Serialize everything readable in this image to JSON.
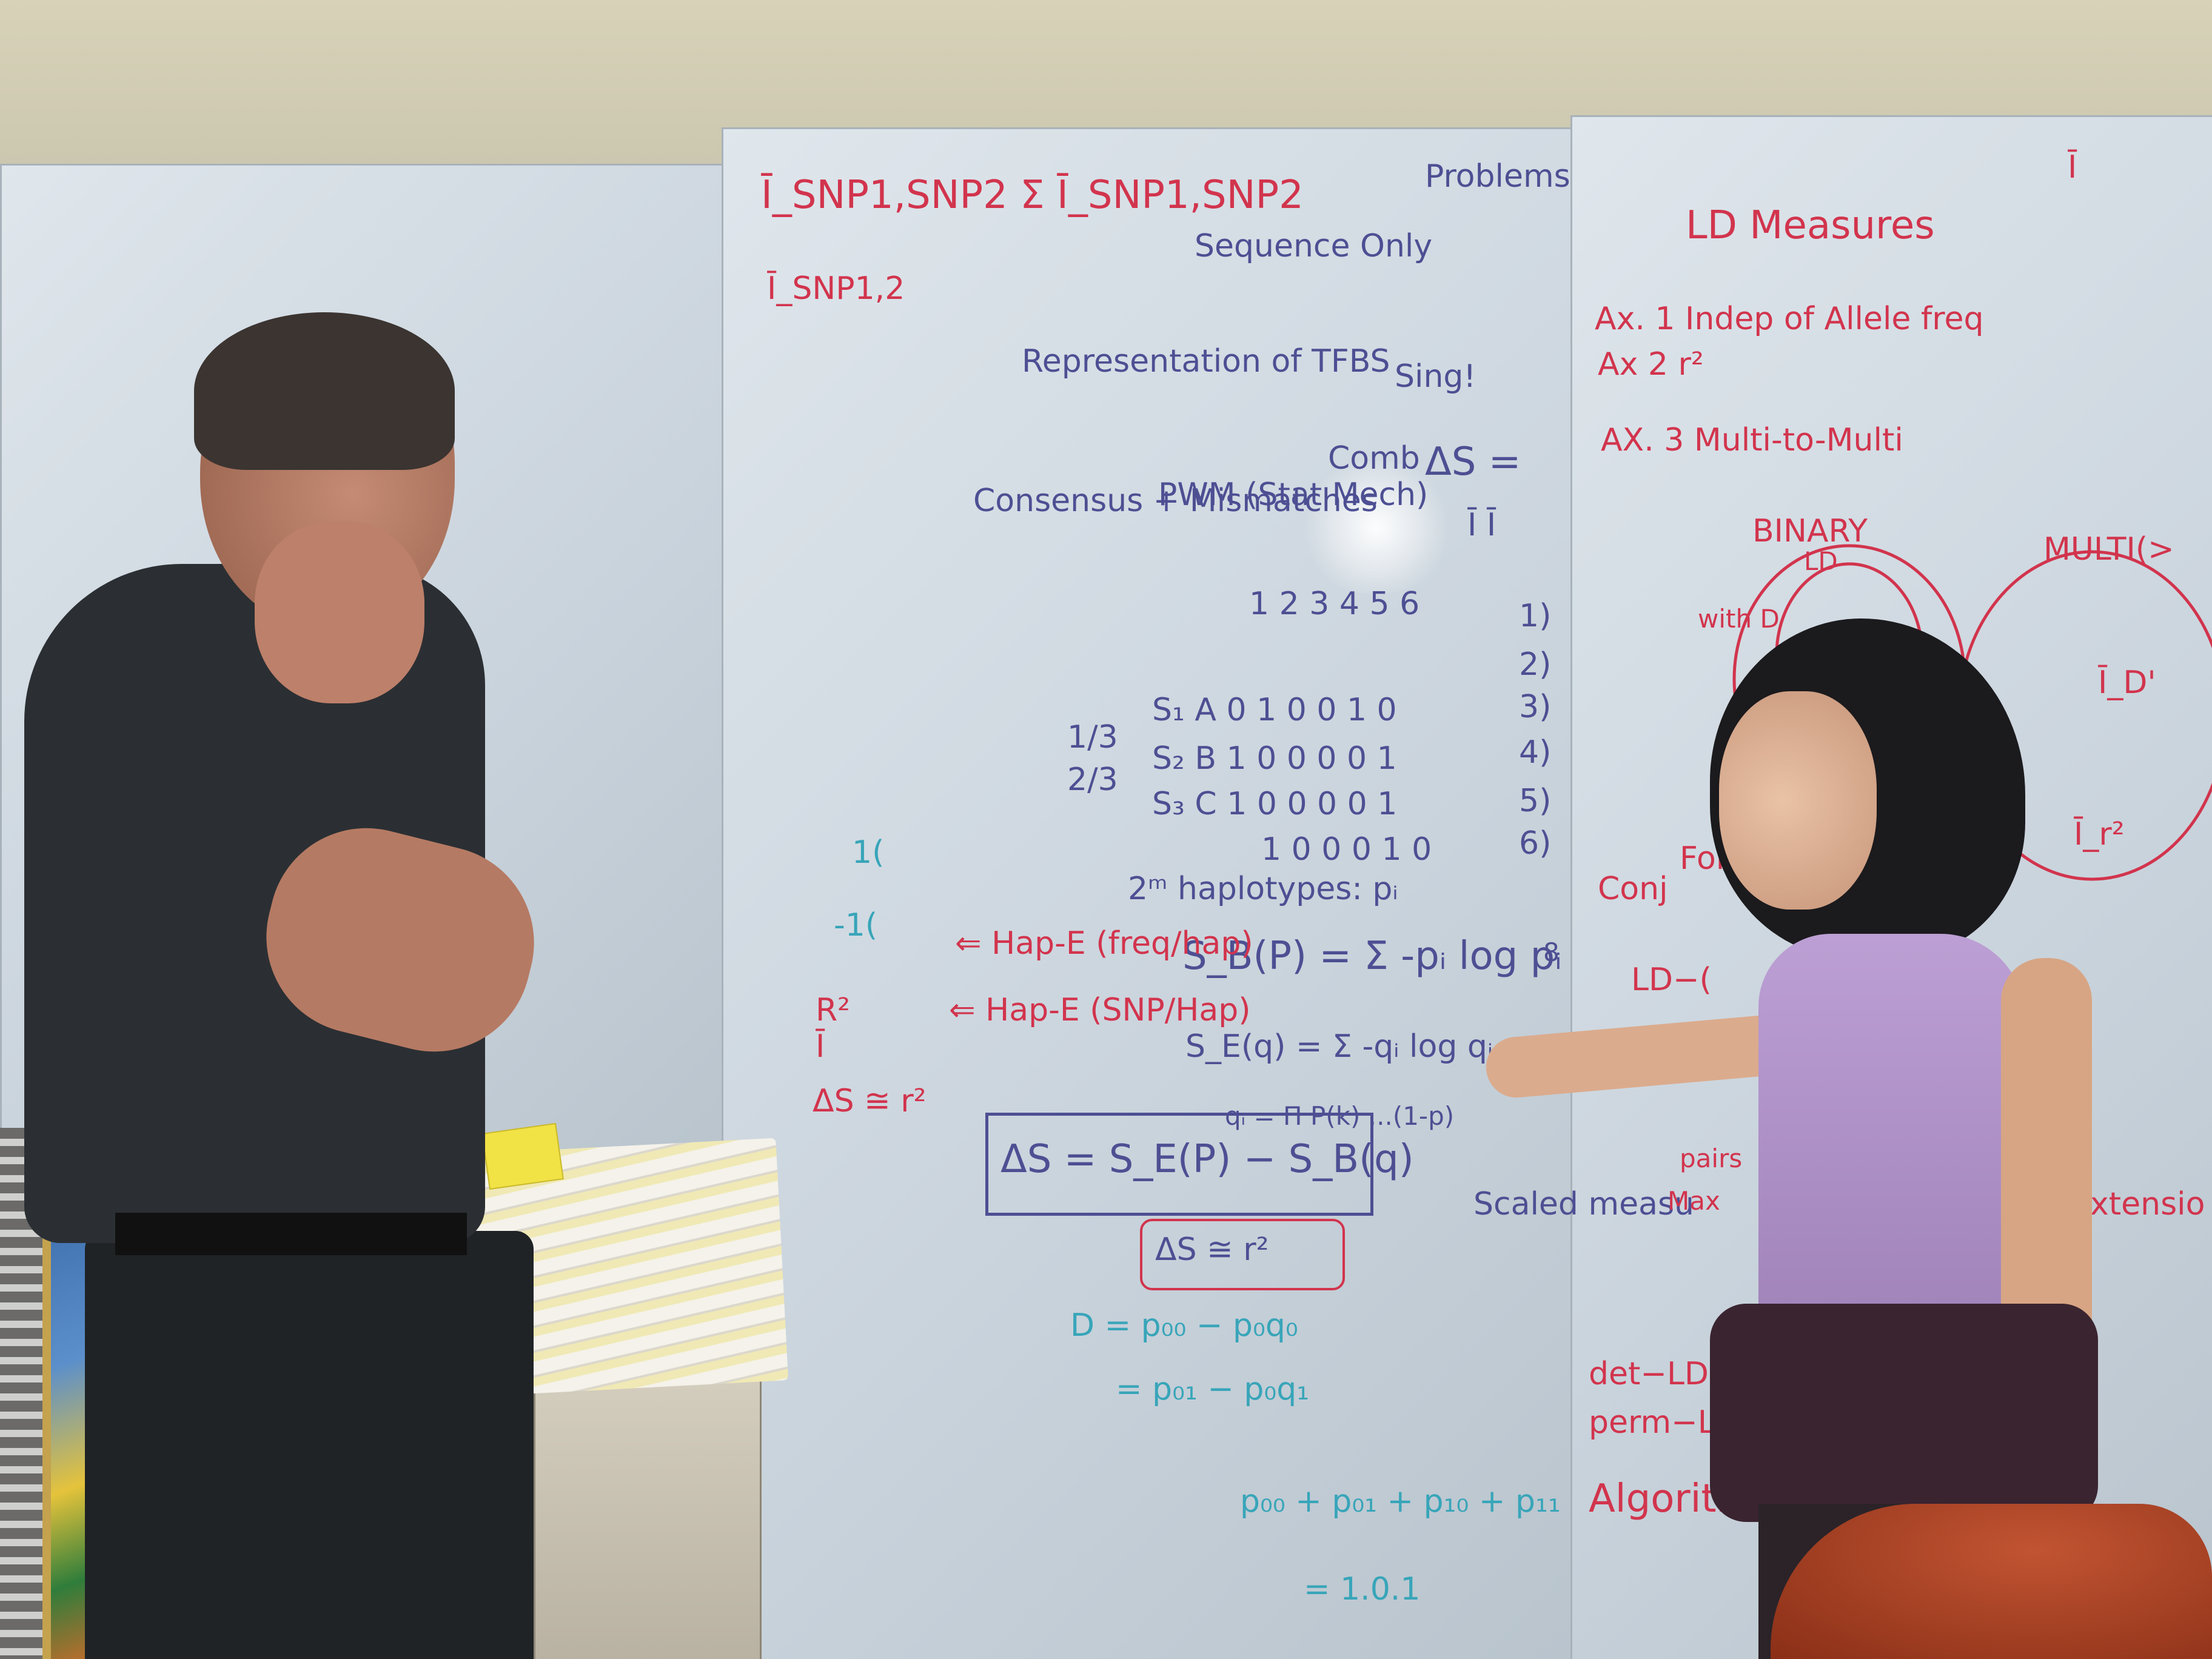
{
  "board_left": {
    "line1": "Ī_SNP1,SNP2  Σ Ī_SNP1,SNP2",
    "line2": "Ī_SNP1,2",
    "bottom_a": "R²",
    "bottom_b": "Ī",
    "bottom_c": "ΔS ≅ r²",
    "side_a": "1(",
    "side_b": "-1("
  },
  "board_center": {
    "problems": "Problems",
    "sequence_only": "Sequence Only",
    "representation": "Representation of TFBS",
    "sing": "Sing!",
    "consensus": "Consensus + Mismatches",
    "pwm": "PWM (Stat Mech)",
    "comb": "Comb",
    "delta_s": "ΔS =",
    "i_row": "Ī Ī",
    "positions": "1 2 3 4 5 6",
    "row_s1": "S₁ A  0 1 0 0 1 0",
    "row_s2": "S₂ B  1 0 0 0 0 1",
    "row_s3": "S₃ C  1 0 0 0 0 1",
    "frac1": "1/3",
    "frac2": "2/3",
    "bottom_row": "1 0 0 0 1 0",
    "haplotypes": "2ᵐ haplotypes: pᵢ",
    "sb": "S_B(P) = Σ -pᵢ log pᵢ",
    "se": "S_E(q) = Σ -qᵢ log qᵢ",
    "qi": "qᵢ = Π P(k) ...(1-p)",
    "hap_e1": "⇐ Hap-E (freq/hap)",
    "hap_e2": "⇐ Hap-E (SNP/Hap)",
    "boxed": "ΔS = S_E(P) − S_B(q)",
    "boxed2": "ΔS ≅ r²",
    "scaled": "Scaled measu",
    "nums": [
      "1)",
      "2)",
      "3)",
      "4)",
      "5)",
      "6)",
      "8"
    ],
    "d1": "D = p₀₀ − p₀q₀",
    "d2": "= p₀₁ − p₀q₁",
    "sum": "p₀₀ + p₀₁ + p₁₀ + p₁₁",
    "one": "= 1.0.1"
  },
  "board_right": {
    "ld_measures": "LD Measures",
    "ax1": "Ax. 1  Indep of Allele freq",
    "ax2": "Ax 2   r²",
    "ax3": "AX. 3  Multi-to-Multi",
    "binary": "BINARY",
    "ld": "LD",
    "multi": "MULTI(>",
    "with_d": "with D",
    "conj": "Conj",
    "ld_dash": "LD−(",
    "forced": "Forced To",
    "pairs": "pairs",
    "max": "Max",
    "extension": "ical extensio",
    "det_ld": "det−LD",
    "perm_ld": "perm−LD",
    "algorithm": "Algorith",
    "i_labels": [
      "Ī",
      "Ī_D'",
      "Ī_r²"
    ]
  }
}
